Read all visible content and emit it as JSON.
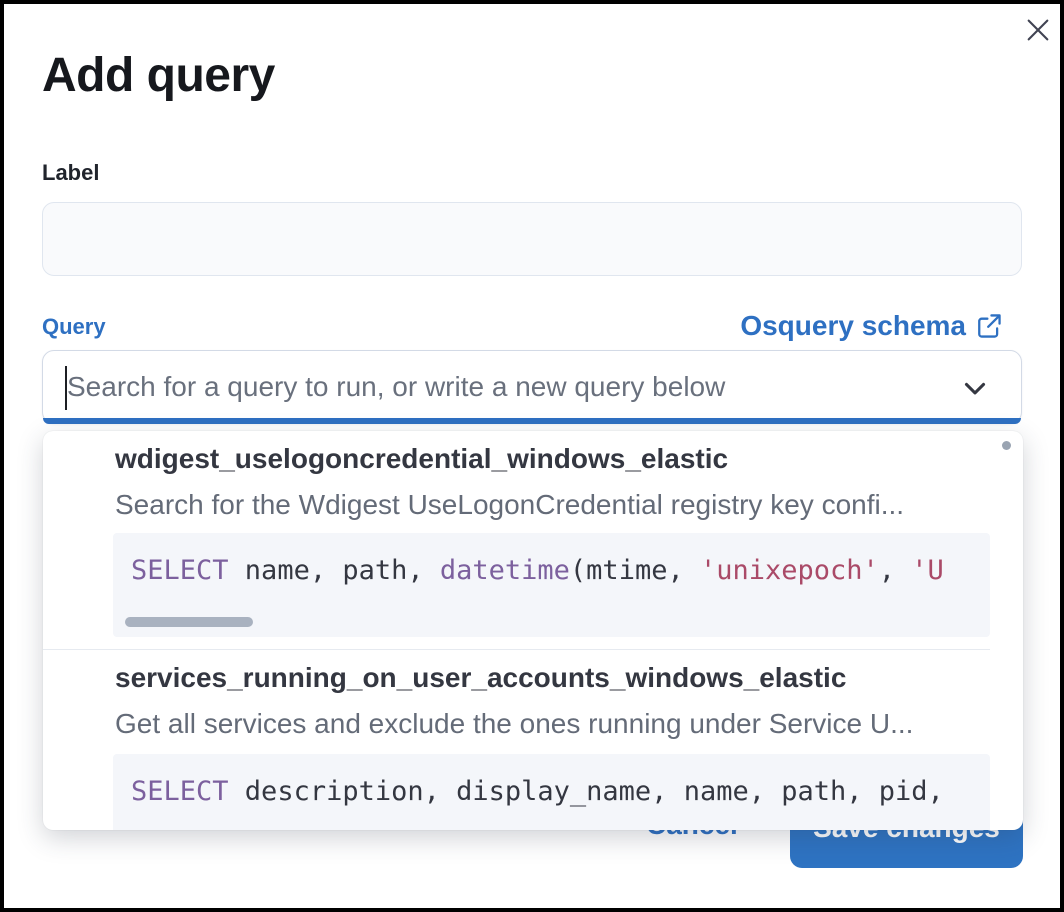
{
  "modal": {
    "title": "Add query"
  },
  "form": {
    "label_field": {
      "label": "Label",
      "value": ""
    },
    "query_field": {
      "label": "Query",
      "schema_link_label": "Osquery schema",
      "placeholder": "Search for a query to run, or write a new query below",
      "value": ""
    }
  },
  "dropdown": {
    "options": [
      {
        "title": "wdigest_uselogoncredential_windows_elastic",
        "description": "Search for the Wdigest UseLogonCredential registry key confi...",
        "code": [
          {
            "t": "kw",
            "v": "SELECT"
          },
          {
            "t": "plain",
            "v": " name, path, "
          },
          {
            "t": "kw",
            "v": "datetime"
          },
          {
            "t": "plain",
            "v": "(mtime, "
          },
          {
            "t": "str",
            "v": "'unixepoch'"
          },
          {
            "t": "plain",
            "v": ", "
          },
          {
            "t": "str",
            "v": "'U"
          }
        ]
      },
      {
        "title": "services_running_on_user_accounts_windows_elastic",
        "description": "Get all services and exclude the ones running under Service U...",
        "code": [
          {
            "t": "kw",
            "v": "SELECT"
          },
          {
            "t": "plain",
            "v": " description, display_name, name, path, pid,"
          }
        ]
      }
    ]
  },
  "footer": {
    "cancel_label": "Cancel",
    "save_label": "Save changes"
  },
  "icons": {
    "close": "close-icon",
    "external_link": "external-link-icon",
    "chevron_down": "chevron-down-icon"
  },
  "colors": {
    "primary_blue": "#2e70c2",
    "button_fill": "#2e73c2",
    "code_keyword_purple": "#7c609e",
    "code_string_red": "#aa4a68",
    "code_background": "#f4f6fa",
    "text_dark": "#343741",
    "text_subdued": "#646b78"
  }
}
